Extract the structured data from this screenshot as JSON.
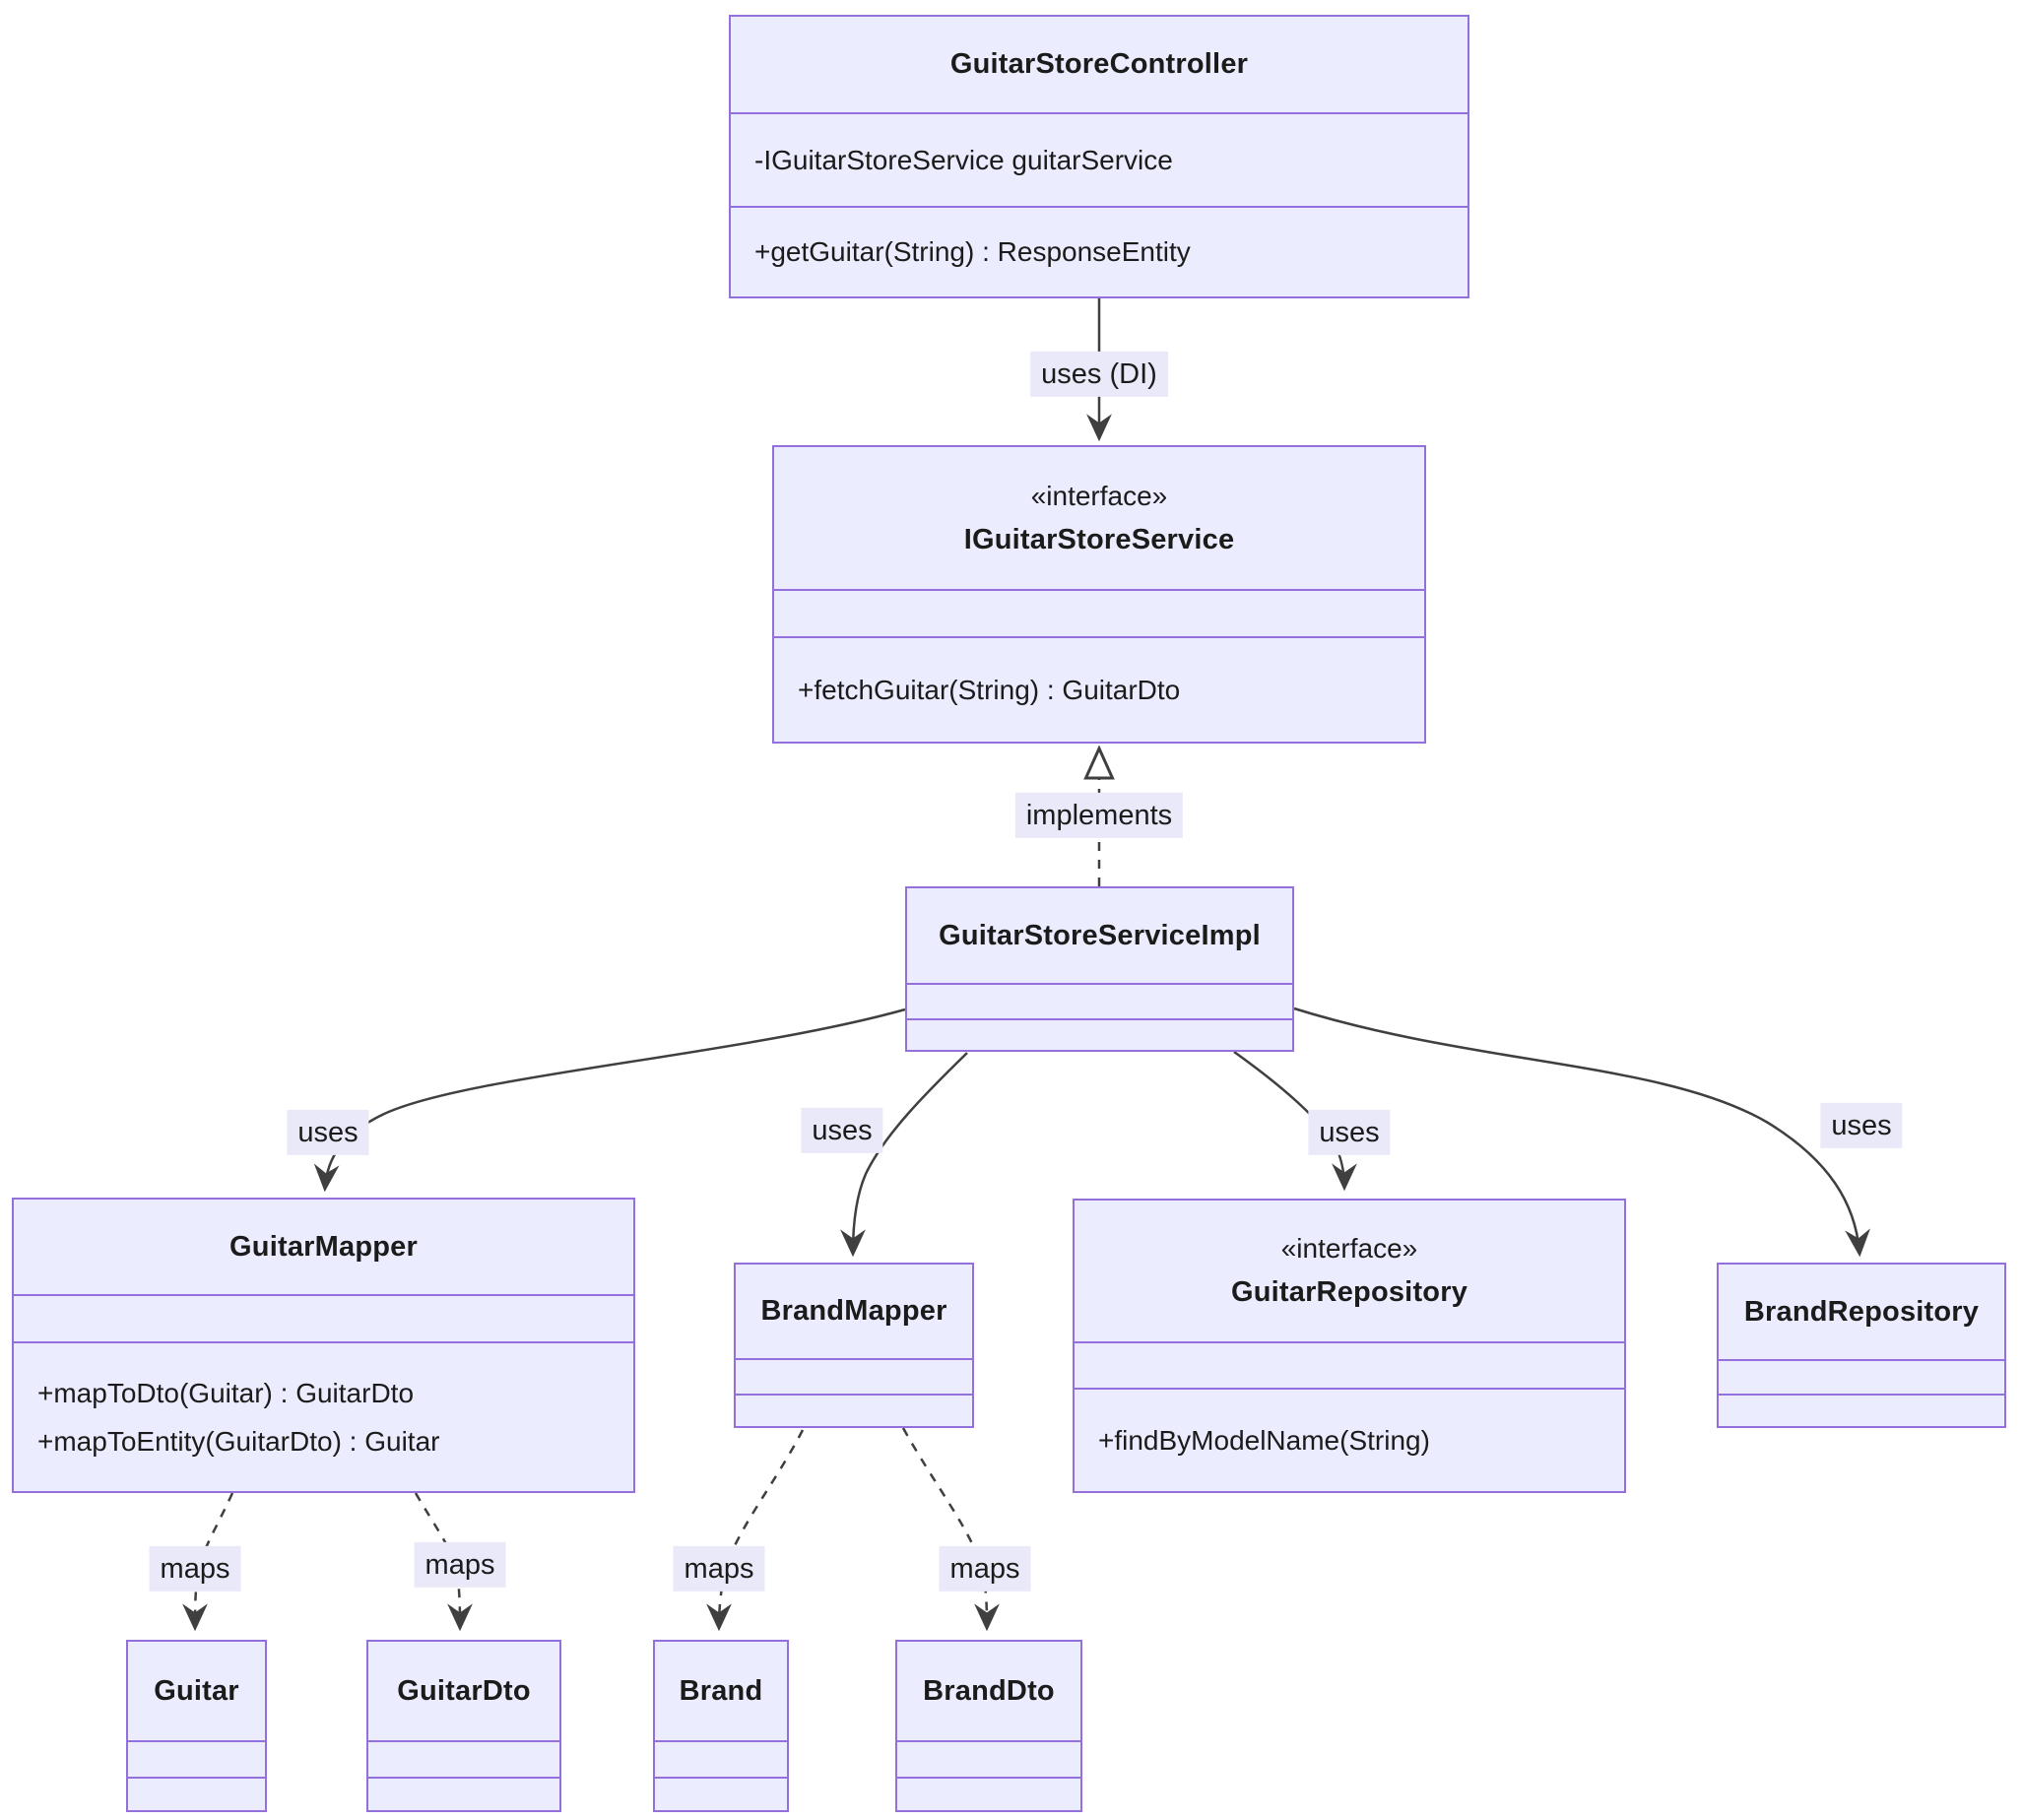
{
  "diagram": {
    "type": "uml-class-diagram",
    "colors": {
      "box_fill": "#ECECFF",
      "box_border": "#9370DB",
      "edge_line": "#3f3f3f",
      "label_background": "#E9E9F9",
      "text": "#1b1b1b",
      "background": "#ffffff"
    },
    "classes": {
      "controller": {
        "name": "GuitarStoreController",
        "attributes": [
          "-IGuitarStoreService guitarService"
        ],
        "methods": [
          "+getGuitar(String) : ResponseEntity"
        ]
      },
      "iservice": {
        "stereotype": "«interface»",
        "name": "IGuitarStoreService",
        "attributes": [],
        "methods": [
          "+fetchGuitar(String) : GuitarDto"
        ]
      },
      "impl": {
        "name": "GuitarStoreServiceImpl",
        "attributes": [],
        "methods": []
      },
      "guitar_mapper": {
        "name": "GuitarMapper",
        "attributes": [],
        "methods": [
          "+mapToDto(Guitar) : GuitarDto",
          "+mapToEntity(GuitarDto) : Guitar"
        ]
      },
      "brand_mapper": {
        "name": "BrandMapper",
        "attributes": [],
        "methods": []
      },
      "guitar_repository": {
        "stereotype": "«interface»",
        "name": "GuitarRepository",
        "attributes": [],
        "methods": [
          "+findByModelName(String)"
        ]
      },
      "brand_repository": {
        "name": "BrandRepository",
        "attributes": [],
        "methods": []
      },
      "guitar": {
        "name": "Guitar",
        "attributes": [],
        "methods": []
      },
      "guitar_dto": {
        "name": "GuitarDto",
        "attributes": [],
        "methods": []
      },
      "brand": {
        "name": "Brand",
        "attributes": [],
        "methods": []
      },
      "brand_dto": {
        "name": "BrandDto",
        "attributes": [],
        "methods": []
      }
    },
    "edges": {
      "controller_uses_iservice": {
        "from": "GuitarStoreController",
        "to": "IGuitarStoreService",
        "label": "uses (DI)",
        "type": "dependency-solid-arrow"
      },
      "impl_implements_iservice": {
        "from": "GuitarStoreServiceImpl",
        "to": "IGuitarStoreService",
        "label": "implements",
        "type": "realization-dashed-hollow-triangle"
      },
      "impl_uses_guitar_mapper": {
        "from": "GuitarStoreServiceImpl",
        "to": "GuitarMapper",
        "label": "uses",
        "type": "dependency-solid-arrow"
      },
      "impl_uses_brand_mapper": {
        "from": "GuitarStoreServiceImpl",
        "to": "BrandMapper",
        "label": "uses",
        "type": "dependency-solid-arrow"
      },
      "impl_uses_guitar_repository": {
        "from": "GuitarStoreServiceImpl",
        "to": "GuitarRepository",
        "label": "uses",
        "type": "dependency-solid-arrow"
      },
      "impl_uses_brand_repository": {
        "from": "GuitarStoreServiceImpl",
        "to": "BrandRepository",
        "label": "uses",
        "type": "dependency-solid-arrow"
      },
      "guitar_mapper_maps_guitar": {
        "from": "GuitarMapper",
        "to": "Guitar",
        "label": "maps",
        "type": "dependency-dashed-arrow"
      },
      "guitar_mapper_maps_guitar_dto": {
        "from": "GuitarMapper",
        "to": "GuitarDto",
        "label": "maps",
        "type": "dependency-dashed-arrow"
      },
      "brand_mapper_maps_brand": {
        "from": "BrandMapper",
        "to": "Brand",
        "label": "maps",
        "type": "dependency-dashed-arrow"
      },
      "brand_mapper_maps_brand_dto": {
        "from": "BrandMapper",
        "to": "BrandDto",
        "label": "maps",
        "type": "dependency-dashed-arrow"
      }
    }
  }
}
